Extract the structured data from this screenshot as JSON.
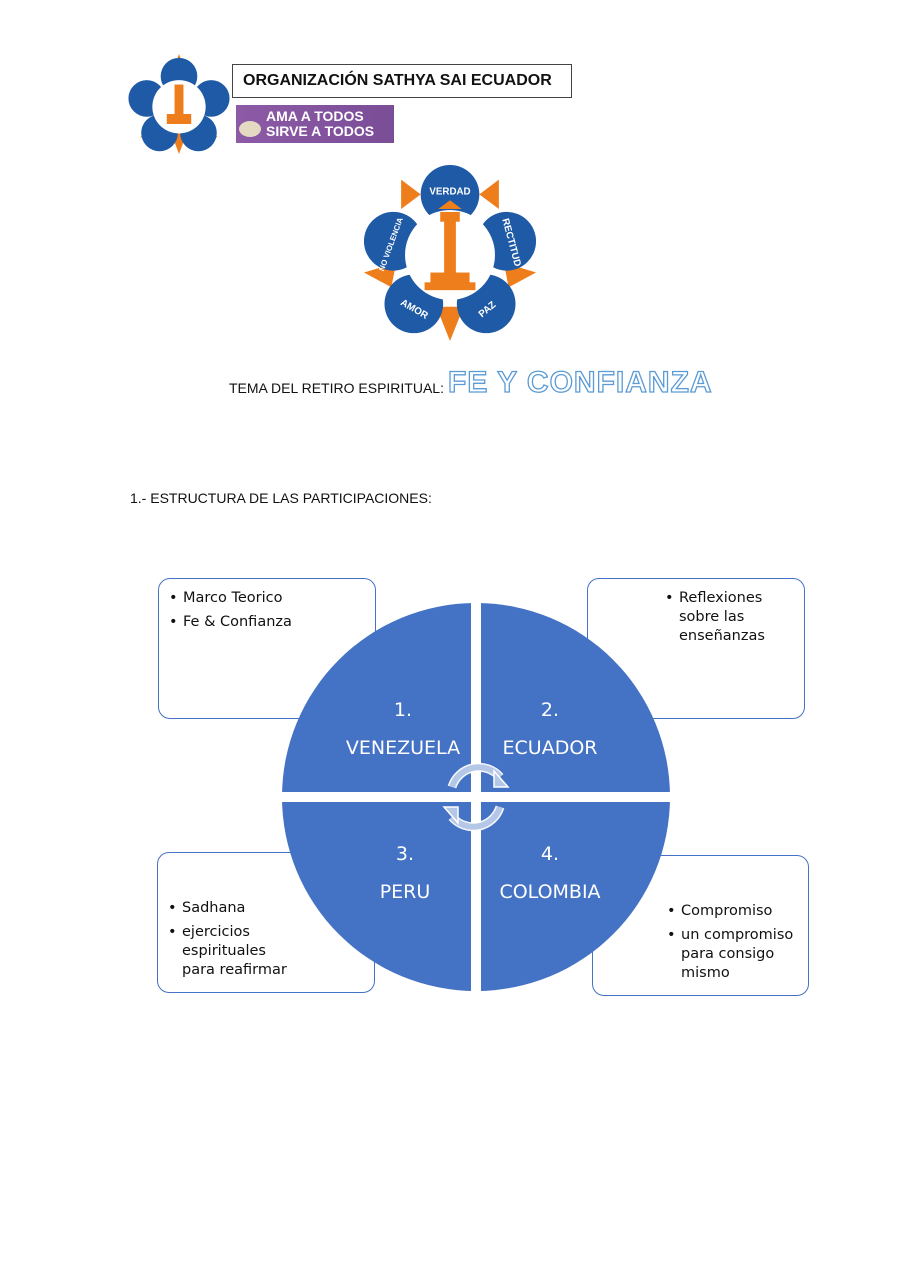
{
  "header": {
    "org_name": "ORGANIZACIÓN SATHYA SAI ECUADOR",
    "banner_line1": "AMA A TODOS",
    "banner_line2": "SIRVE A TODOS",
    "logo_words": [
      "VERDAD",
      "RECTITUD",
      "PAZ",
      "AMOR",
      "NO VIOLENCIA"
    ]
  },
  "theme": {
    "label": "TEMA DEL RETIRO ESPIRITUAL:",
    "title": "FE Y CONFIANZA"
  },
  "section": {
    "heading": "1.-  ESTRUCTURA DE LAS PARTICIPACIONES:"
  },
  "diagram": {
    "color": "#4472C4",
    "quadrants": [
      {
        "number": "1.",
        "country": "VENEZUELA",
        "notes": [
          "Marco Teorico",
          "Fe & Confianza"
        ]
      },
      {
        "number": "2.",
        "country": "ECUADOR",
        "notes": [
          "Reflexiones sobre las enseñanzas"
        ]
      },
      {
        "number": "3.",
        "country": "PERU",
        "notes": [
          "Sadhana",
          "ejercicios espirituales para reafirmar"
        ]
      },
      {
        "number": "4.",
        "country": "COLOMBIA",
        "notes": [
          "Compromiso",
          "un compromiso para consigo mismo"
        ]
      }
    ]
  }
}
